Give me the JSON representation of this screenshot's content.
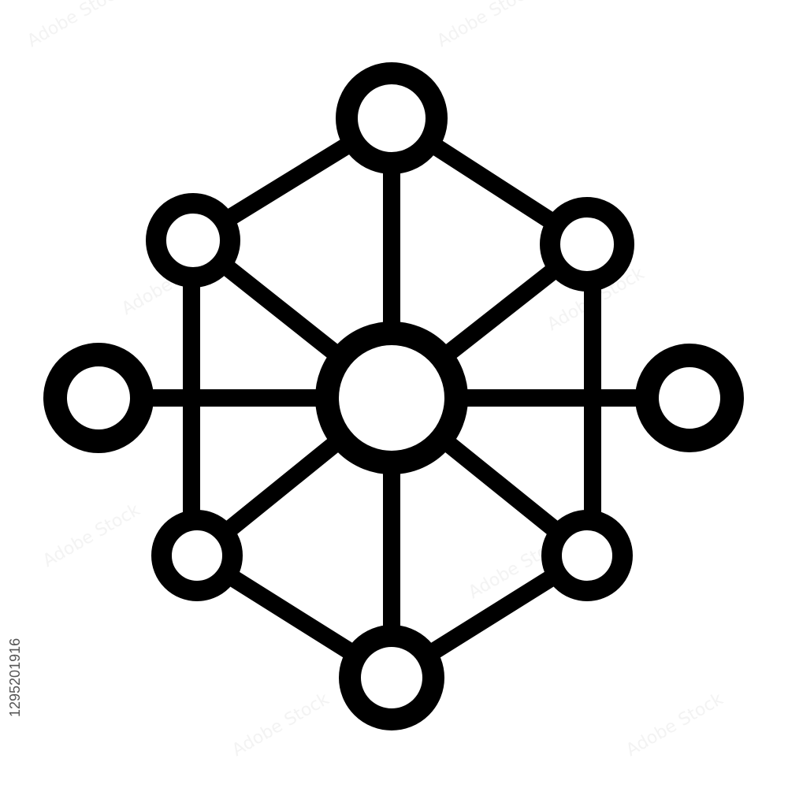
{
  "stock_id": "1295201916",
  "watermark_text": "Adobe Stock",
  "colors": {
    "background": "#ffffff",
    "icon_stroke": "#000000",
    "node_fill": "#ffffff",
    "watermark": "#d8d8d8"
  },
  "icon": {
    "name": "network-hub-icon",
    "nodes": [
      "hub",
      "top",
      "upper-left",
      "upper-right",
      "left",
      "right",
      "lower-left",
      "lower-right",
      "bottom"
    ]
  }
}
